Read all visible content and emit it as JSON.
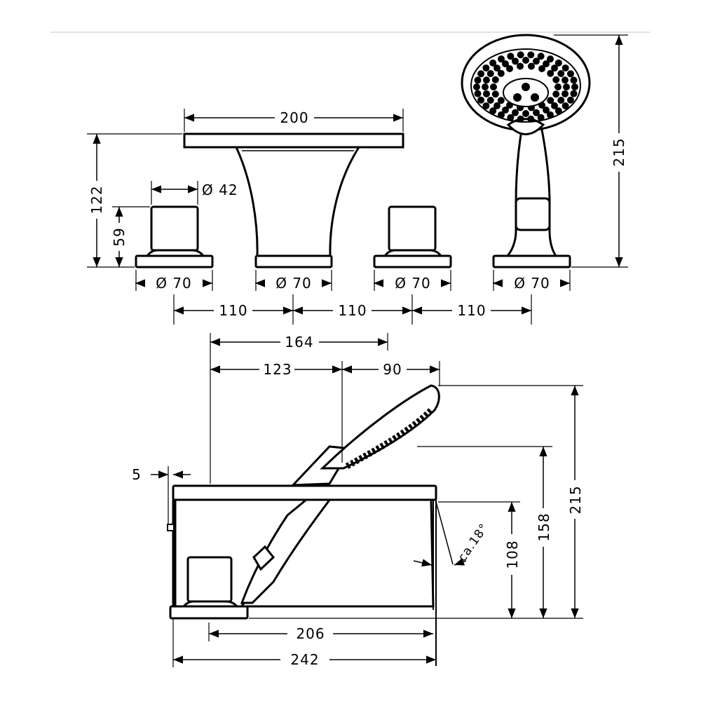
{
  "colors": {
    "line": "#000000",
    "rule": "#dde6ec"
  },
  "top_view": {
    "spout_width": "200",
    "valve_diameter": "Ø 42",
    "total_height": "122",
    "valve_height": "59",
    "base_diameters": [
      "Ø 70",
      "Ø 70",
      "Ø 70",
      "Ø 70"
    ],
    "spacings": [
      "110",
      "110",
      "110"
    ],
    "handshower_height": "215"
  },
  "side_view": {
    "reach_total": "164",
    "reach_spout": "123",
    "reach_shower": "90",
    "offset": "5",
    "angle": "ca.18°",
    "height_spout": "108",
    "height_shower_holder": "158",
    "height_total": "215",
    "depth_inner": "206",
    "depth_total": "242"
  }
}
